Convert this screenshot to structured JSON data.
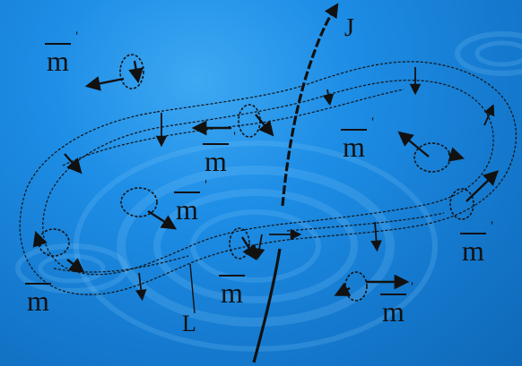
{
  "figure": {
    "current_label": "J",
    "loop_label": "L",
    "moment_symbol": "m",
    "prime_mark": "'",
    "colors": {
      "background": "#1a82d8",
      "ink": "#111111"
    }
  }
}
